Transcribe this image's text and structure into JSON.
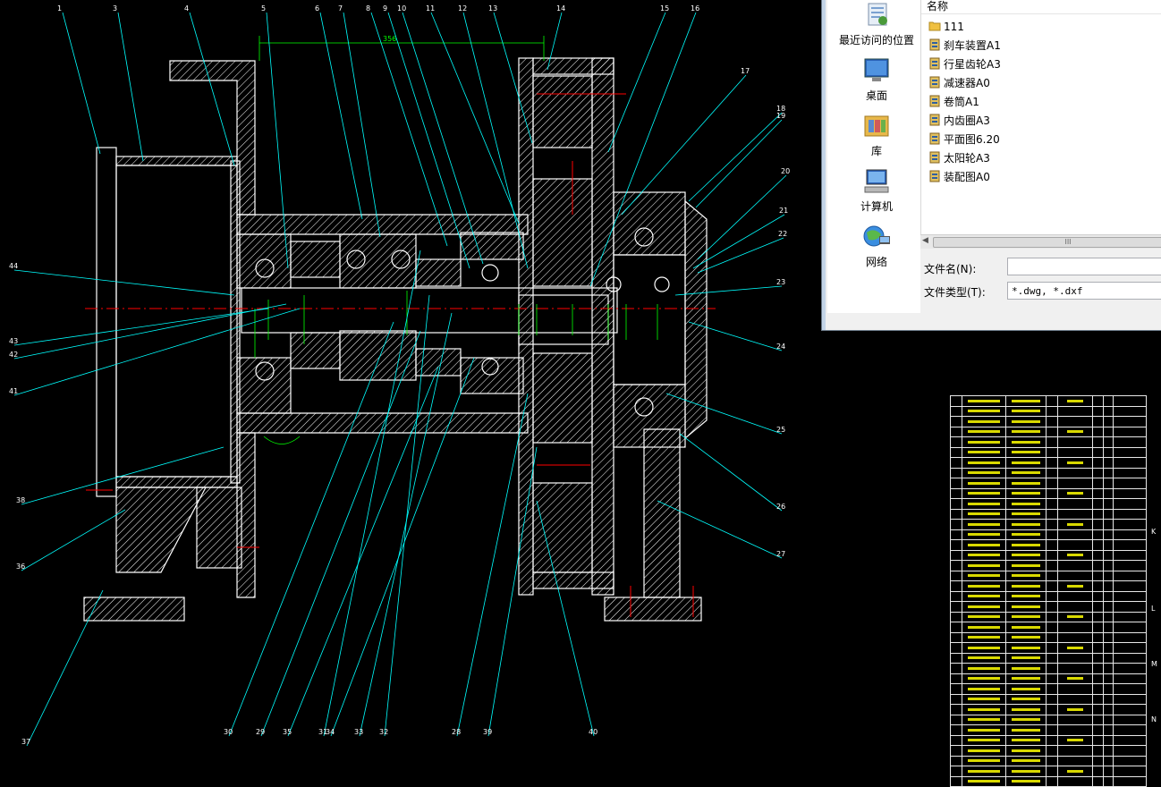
{
  "drawing": {
    "dimension_label": "356",
    "callouts": [
      "1",
      "3",
      "4",
      "5",
      "6",
      "7",
      "8",
      "9",
      "10",
      "11",
      "12",
      "13",
      "14",
      "15",
      "16",
      "17",
      "18",
      "19",
      "20",
      "21",
      "22",
      "23",
      "24",
      "25",
      "26",
      "27",
      "28",
      "29",
      "30",
      "31",
      "32",
      "33",
      "34",
      "35",
      "36",
      "37",
      "38",
      "39",
      "40",
      "41",
      "42",
      "43",
      "44"
    ],
    "colors": {
      "outline": "#ffffff",
      "leader": "#00ffff",
      "dimension": "#00ff00",
      "center": "#ff0000",
      "hatch": "#ffffff",
      "background": "#000000"
    }
  },
  "dialog": {
    "places": [
      {
        "label": "最近访问的位置",
        "icon": "recent-places-icon"
      },
      {
        "label": "桌面",
        "icon": "desktop-icon"
      },
      {
        "label": "库",
        "icon": "library-icon"
      },
      {
        "label": "计算机",
        "icon": "computer-icon"
      },
      {
        "label": "网络",
        "icon": "network-icon"
      }
    ],
    "column_header": "名称",
    "files": [
      {
        "name": "111",
        "type": "folder"
      },
      {
        "name": "刹车装置A1",
        "type": "dwg"
      },
      {
        "name": "行星齿轮A3",
        "type": "dwg"
      },
      {
        "name": "减速器A0",
        "type": "dwg"
      },
      {
        "name": "卷筒A1",
        "type": "dwg"
      },
      {
        "name": "内齿圈A3",
        "type": "dwg"
      },
      {
        "name": "平面图6.20",
        "type": "dwg"
      },
      {
        "name": "太阳轮A3",
        "type": "dwg"
      },
      {
        "name": "装配图A0",
        "type": "dwg"
      }
    ],
    "scroll_thumb": "III",
    "filename_label": "文件名(N):",
    "filename_value": "",
    "filetype_label": "文件类型(T):",
    "filetype_value": "*.dwg, *.dxf"
  },
  "bom": {
    "right_marks": [
      "K",
      "L",
      "M",
      "N"
    ]
  }
}
